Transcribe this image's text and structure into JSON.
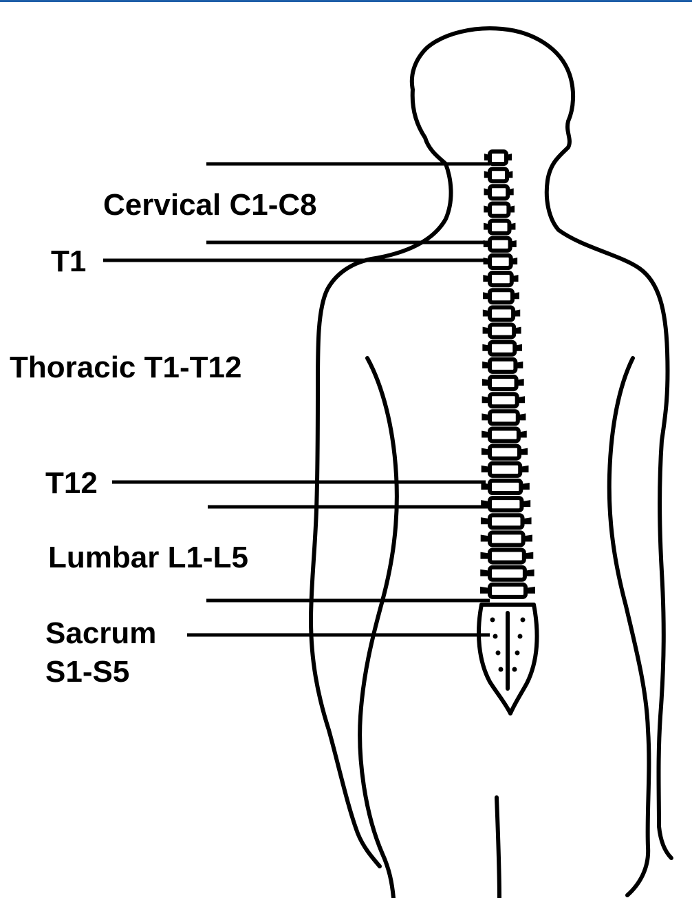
{
  "colors": {
    "top_rule": "#1f5fa8",
    "line": "#000000",
    "background": "#ffffff"
  },
  "labels": {
    "cervical": "Cervical C1-C8",
    "t1": "T1",
    "thoracic": "Thoracic T1-T12",
    "t12": "T12",
    "lumbar": "Lumbar L1-L5",
    "sacrum_line1": "Sacrum",
    "sacrum_line2": "S1-S5"
  },
  "regions": [
    {
      "name": "Cervical",
      "range": "C1-C8"
    },
    {
      "name": "Thoracic",
      "range": "T1-T12"
    },
    {
      "name": "Lumbar",
      "range": "L1-L5"
    },
    {
      "name": "Sacrum",
      "range": "S1-S5"
    }
  ]
}
